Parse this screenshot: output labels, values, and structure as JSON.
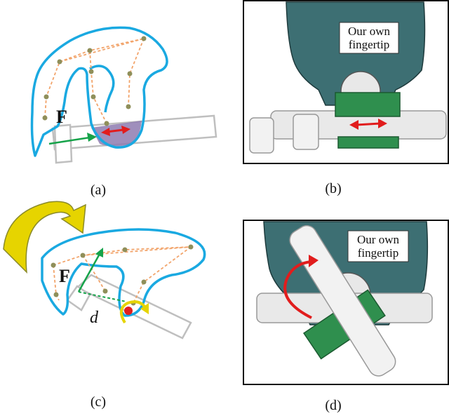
{
  "panels": {
    "a": {
      "caption": "(a)",
      "force_label": "F"
    },
    "b": {
      "caption": "(b)",
      "label_line1": "Our own",
      "label_line2": "fingertip"
    },
    "c": {
      "caption": "(c)",
      "force_label": "F",
      "distance_label": "d"
    },
    "d": {
      "caption": "(d)",
      "label_line1": "Our own",
      "label_line2": "fingertip"
    }
  },
  "colors": {
    "hand_outline": "#1aa9e1",
    "joint_lines": "#f2a46b",
    "joint_dots": "#8f8f5a",
    "force_arrow": "#16a34a",
    "slide_arrow": "#e11d1d",
    "contact_patch": "#8e7bb0",
    "rotation_arrow": "#e6d400",
    "finger_body": "#3d6f73",
    "sensor_board": "#2f8f4e"
  }
}
